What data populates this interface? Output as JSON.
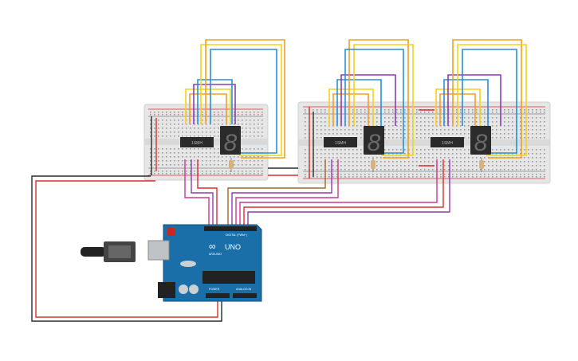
{
  "canvas": {
    "background": "#ffffff"
  },
  "breadboards": [
    {
      "id": "bb1",
      "color": "#e6e6e6"
    },
    {
      "id": "bb2",
      "color": "#e6e6e6"
    }
  ],
  "shift_registers": [
    {
      "id": "sr1",
      "label": "1SMH"
    },
    {
      "id": "sr2",
      "label": "1SMH"
    },
    {
      "id": "sr3",
      "label": "1SMH"
    }
  ],
  "displays": [
    {
      "id": "d1",
      "digit": "8"
    },
    {
      "id": "d2",
      "digit": "8"
    },
    {
      "id": "d3",
      "digit": "8"
    }
  ],
  "arduino": {
    "board_color": "#1b6fa8",
    "model_label": "UNO",
    "brand_label": "ARDUINO",
    "digital_label": "DIGITAL (PWM~)",
    "power_label": "POWER",
    "analog_label": "ANALOG IN"
  },
  "wire_colors": {
    "red": "#d62f2f",
    "black": "#2b2b2b",
    "orange": "#f0a020",
    "yellow": "#f2d21b",
    "blue": "#2a8fd6",
    "purple": "#8a3fb0",
    "brown": "#9b6a2a",
    "pink": "#c73a8c"
  },
  "usb_cable": {
    "color": "#222222"
  }
}
